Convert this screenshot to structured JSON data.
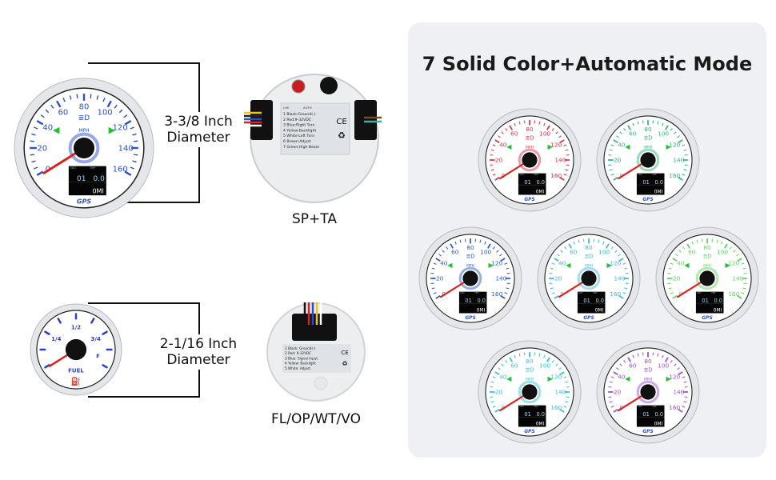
{
  "speedometer": {
    "ticks": [
      "0",
      "20",
      "40",
      "60",
      "80",
      "100",
      "120",
      "140",
      "160"
    ],
    "unit": "MPH",
    "display": {
      "left_label": "ODO",
      "left_value": "01",
      "right_label": "TRIP",
      "right_value": "0.0",
      "bottom_value": "0MI"
    },
    "brand": "GPS",
    "needle_color": "#e02020",
    "accent_color": "#2a4fd0"
  },
  "large_gauge": {
    "dimension_label_line1": "3-3/8 Inch",
    "dimension_label_line2": "Diameter",
    "back_caption": "SP+TA",
    "back_label": {
      "header_left": "LHE",
      "header_right": "AUTH",
      "lines": [
        "1 Black:Ground(-)",
        "2 Red:9-32VDC",
        "3 Blue:Right Turn",
        "4 Yellow:Backlight",
        "5 White:Left Turn",
        "6 Brown:Adjust",
        "7 Green:High Beam"
      ]
    }
  },
  "fuel_gauge": {
    "ticks": [
      "1/4",
      "1/2",
      "3/4",
      "F"
    ],
    "label": "FUEL",
    "dimension_label_line1": "2-1/16 Inch",
    "dimension_label_line2": "Diameter",
    "back_caption": "FL/OP/WT/VO",
    "back_label": {
      "lines": [
        "1 Black: Ground(-)",
        "2 Red: 9-32VDC",
        "3 Blue: Signal Input",
        "4 Yellow: Backlight",
        "5 White: Adjust"
      ]
    }
  },
  "color_panel": {
    "title": "7 Solid Color+Automatic Mode",
    "variants": [
      {
        "color": "#e0304a"
      },
      {
        "color": "#2fb77a"
      },
      {
        "color": "#2a5bd6"
      },
      {
        "color": "#45b6e6"
      },
      {
        "color": "#5dd45d"
      },
      {
        "color": "#33c4cc"
      },
      {
        "color": "#9a4fe0"
      }
    ]
  }
}
